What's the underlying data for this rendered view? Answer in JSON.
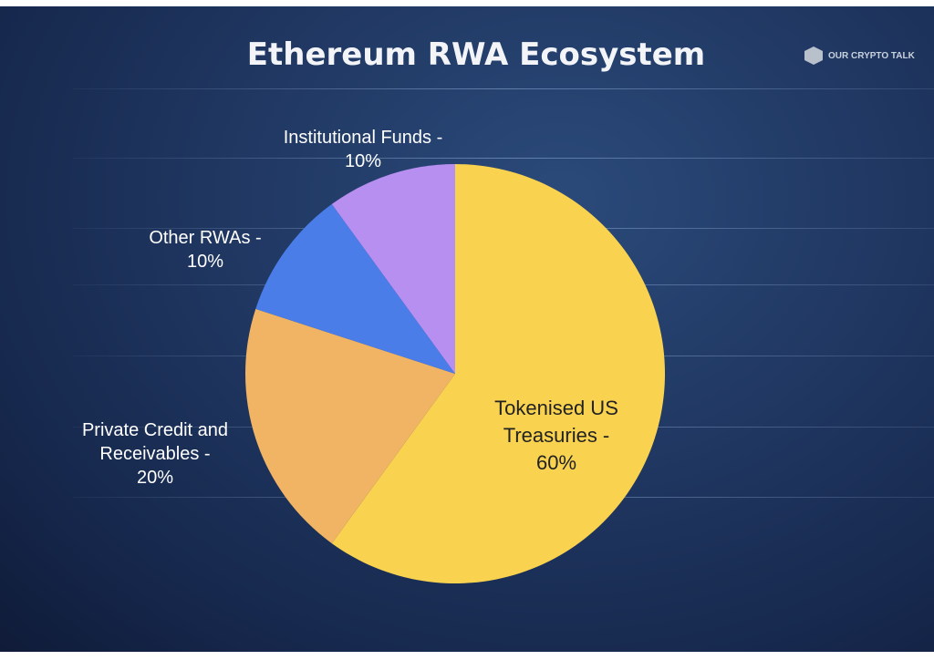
{
  "chart_data": {
    "type": "pie",
    "title": "Ethereum RWA Ecosystem",
    "slices": [
      {
        "label": "Tokenised US Treasuries",
        "value": 60,
        "color": "#f9d34f",
        "text_lines": [
          "Tokenised US",
          "Treasuries -",
          "60%"
        ]
      },
      {
        "label": "Private Credit and Receivables",
        "value": 20,
        "color": "#f1b464",
        "text_lines": [
          "Private Credit and",
          "Receivables -",
          "20%"
        ]
      },
      {
        "label": "Other RWAs",
        "value": 10,
        "color": "#4a7de8",
        "text_lines": [
          "Other RWAs -",
          "10%"
        ]
      },
      {
        "label": "Institutional Funds",
        "value": 10,
        "color": "#b68ff0",
        "text_lines": [
          "Institutional Funds -",
          "10%"
        ]
      }
    ]
  },
  "branding": {
    "logo_text": "OUR CRYPTO TALK"
  }
}
